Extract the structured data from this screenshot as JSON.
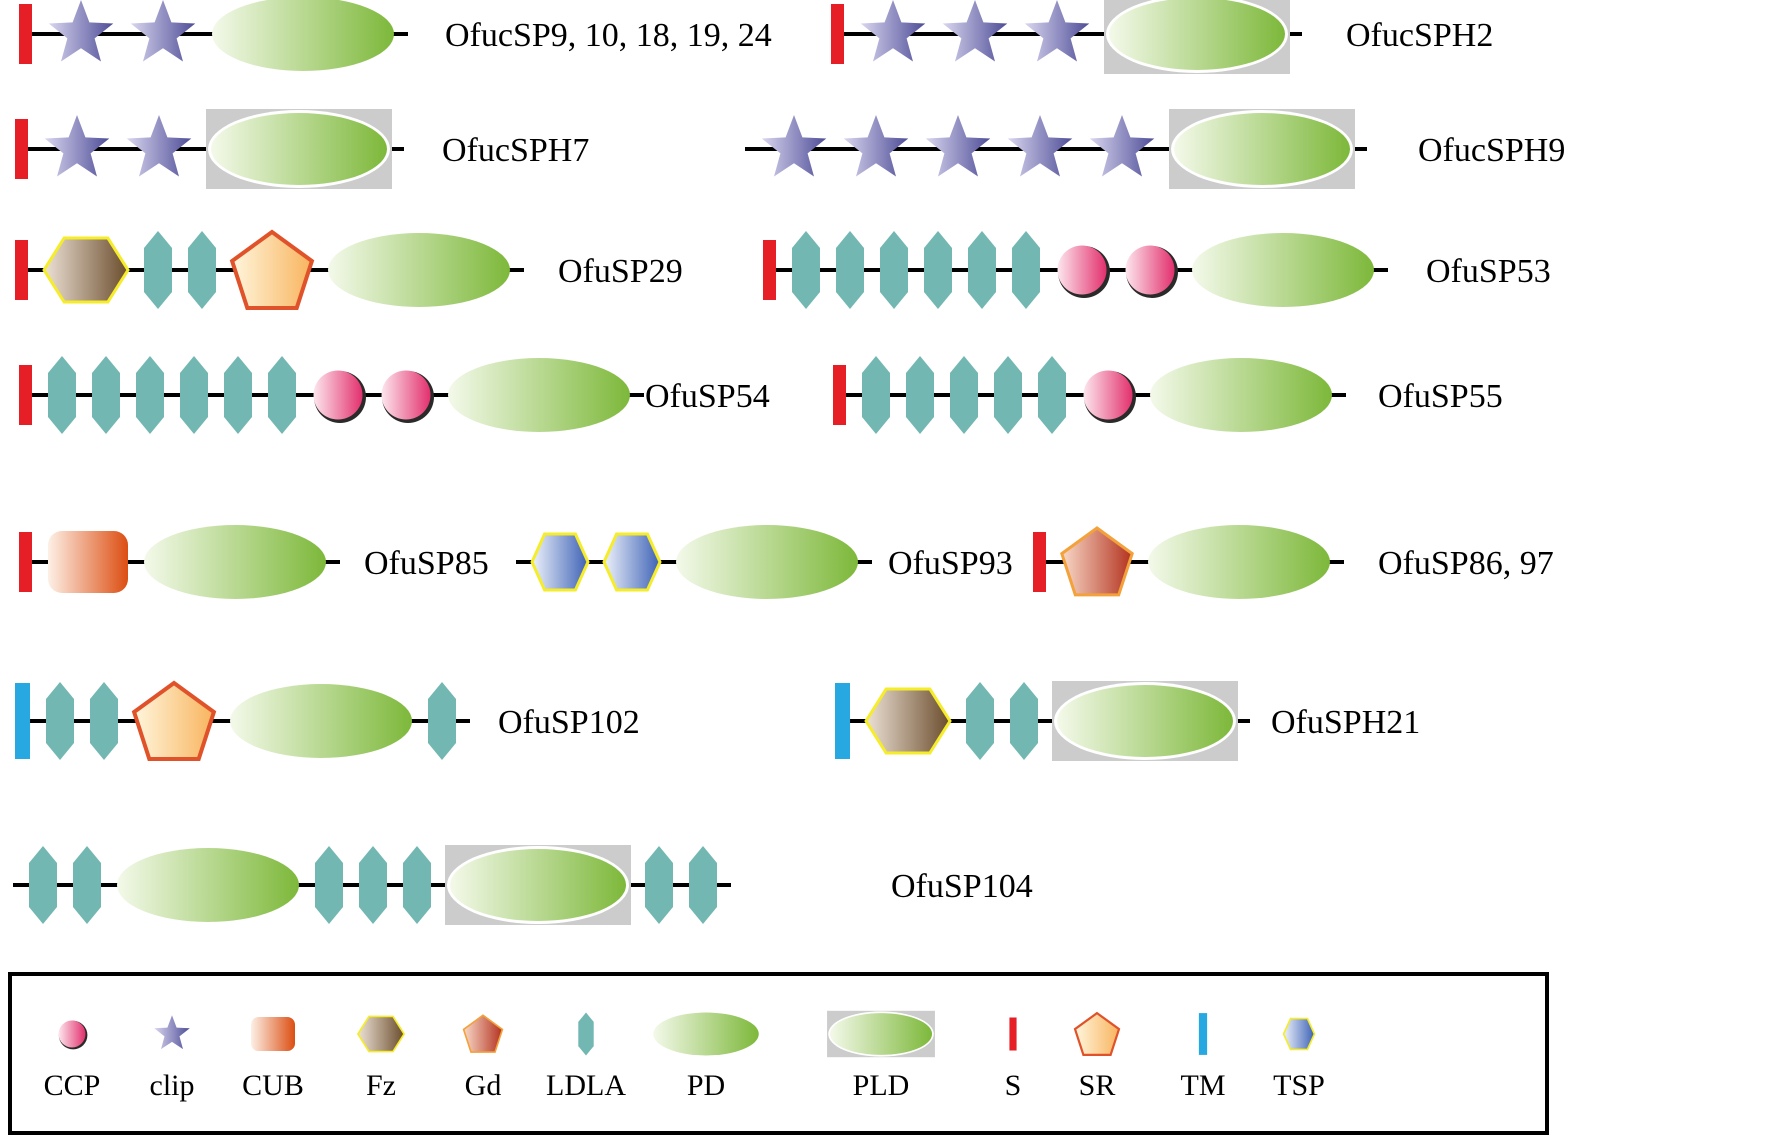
{
  "figure": {
    "colors": {
      "signal": "#e61e25",
      "transmembrane": "#27a8e0",
      "linker": "#000000",
      "ldla": "#72b7b2",
      "pld_box": "#cccccc",
      "pd_light": "#f4f9ea",
      "pd_dark": "#7db83a",
      "clip_light": "#d9d6ef",
      "clip_dark": "#4e4d97",
      "ccp_light": "#fde6ee",
      "ccp_dark": "#e2306d",
      "cub_light": "#fdf0e6",
      "cub_dark": "#dc4e12",
      "fz_light": "#ede2d6",
      "fz_dark": "#6b4d2d",
      "gd_light": "#f9d9c8",
      "gd_dark": "#b3321f",
      "sr_light": "#fff6dd",
      "sr_dark": "#f8b45e",
      "tsp_light": "#eef2fb",
      "tsp_dark": "#3d62b5"
    },
    "proteins": [
      {
        "name": "OfucSP9, 10, 18, 19, 24",
        "domains": [
          "S",
          "clip",
          "clip",
          "PD"
        ]
      },
      {
        "name": "OfucSPH2",
        "domains": [
          "S",
          "clip",
          "clip",
          "clip",
          "PLD"
        ]
      },
      {
        "name": "OfucSPH7",
        "domains": [
          "S",
          "clip",
          "clip",
          "PLD"
        ]
      },
      {
        "name": "OfucSPH9",
        "domains": [
          "clip",
          "clip",
          "clip",
          "clip",
          "clip",
          "PLD"
        ]
      },
      {
        "name": "OfuSP29",
        "domains": [
          "S",
          "Fz",
          "LDLA",
          "LDLA",
          "SR",
          "PD"
        ]
      },
      {
        "name": "OfuSP53",
        "domains": [
          "S",
          "LDLA",
          "LDLA",
          "LDLA",
          "LDLA",
          "LDLA",
          "LDLA",
          "CCP",
          "CCP",
          "PD"
        ]
      },
      {
        "name": "OfuSP54",
        "domains": [
          "S",
          "LDLA",
          "LDLA",
          "LDLA",
          "LDLA",
          "LDLA",
          "LDLA",
          "CCP",
          "CCP",
          "PD"
        ]
      },
      {
        "name": "OfuSP55",
        "domains": [
          "S",
          "LDLA",
          "LDLA",
          "LDLA",
          "LDLA",
          "LDLA",
          "CCP",
          "PD"
        ]
      },
      {
        "name": "OfuSP85",
        "domains": [
          "S",
          "CUB",
          "PD"
        ]
      },
      {
        "name": "OfuSP93",
        "domains": [
          "TSP",
          "TSP",
          "PD"
        ]
      },
      {
        "name": "OfuSP86, 97",
        "domains": [
          "S",
          "Gd",
          "PD"
        ]
      },
      {
        "name": "OfuSP102",
        "domains": [
          "TM",
          "LDLA",
          "LDLA",
          "SR",
          "PD",
          "LDLA"
        ]
      },
      {
        "name": "OfuSPH21",
        "domains": [
          "TM",
          "Fz",
          "LDLA",
          "LDLA",
          "PLD"
        ]
      },
      {
        "name": "OfuSP104",
        "domains": [
          "LDLA",
          "LDLA",
          "PD",
          "LDLA",
          "LDLA",
          "LDLA",
          "PLD",
          "LDLA",
          "LDLA"
        ]
      }
    ],
    "legend": [
      {
        "key": "CCP",
        "label": "CCP"
      },
      {
        "key": "clip",
        "label": "clip"
      },
      {
        "key": "CUB",
        "label": "CUB"
      },
      {
        "key": "Fz",
        "label": "Fz"
      },
      {
        "key": "Gd",
        "label": "Gd"
      },
      {
        "key": "LDLA",
        "label": "LDLA"
      },
      {
        "key": "PD",
        "label": "PD"
      },
      {
        "key": "PLD",
        "label": "PLD"
      },
      {
        "key": "S",
        "label": "S"
      },
      {
        "key": "SR",
        "label": "SR"
      },
      {
        "key": "TM",
        "label": "TM"
      },
      {
        "key": "TSP",
        "label": "TSP"
      }
    ]
  }
}
